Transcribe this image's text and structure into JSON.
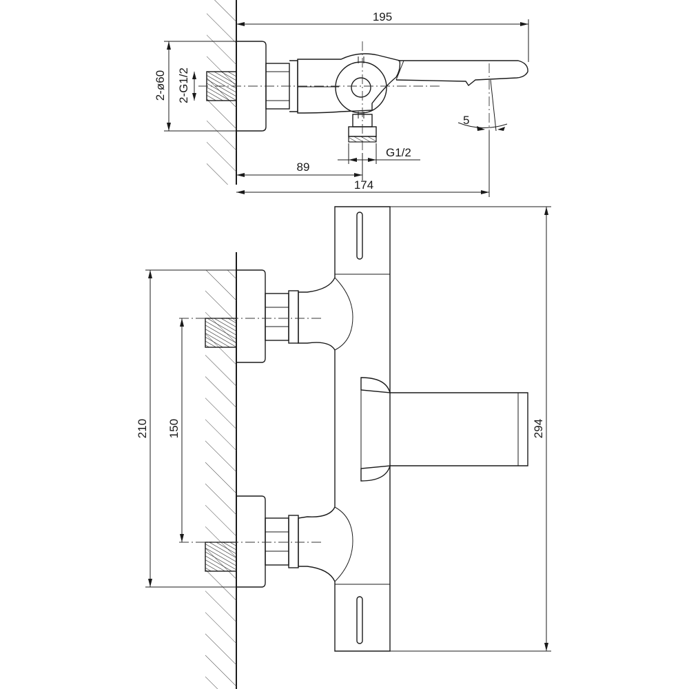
{
  "top_view": {
    "dims": {
      "overall_length": "195",
      "spout_length": "174",
      "inlet_offset": "89",
      "outlet_thread": "G1/2",
      "flange_diameter": "2-ø60",
      "inlet_thread": "2-G1/2",
      "spout_angle": "5"
    }
  },
  "front_view": {
    "dims": {
      "flange_span": "210",
      "inlet_spacing": "150",
      "total_height": "294"
    }
  }
}
